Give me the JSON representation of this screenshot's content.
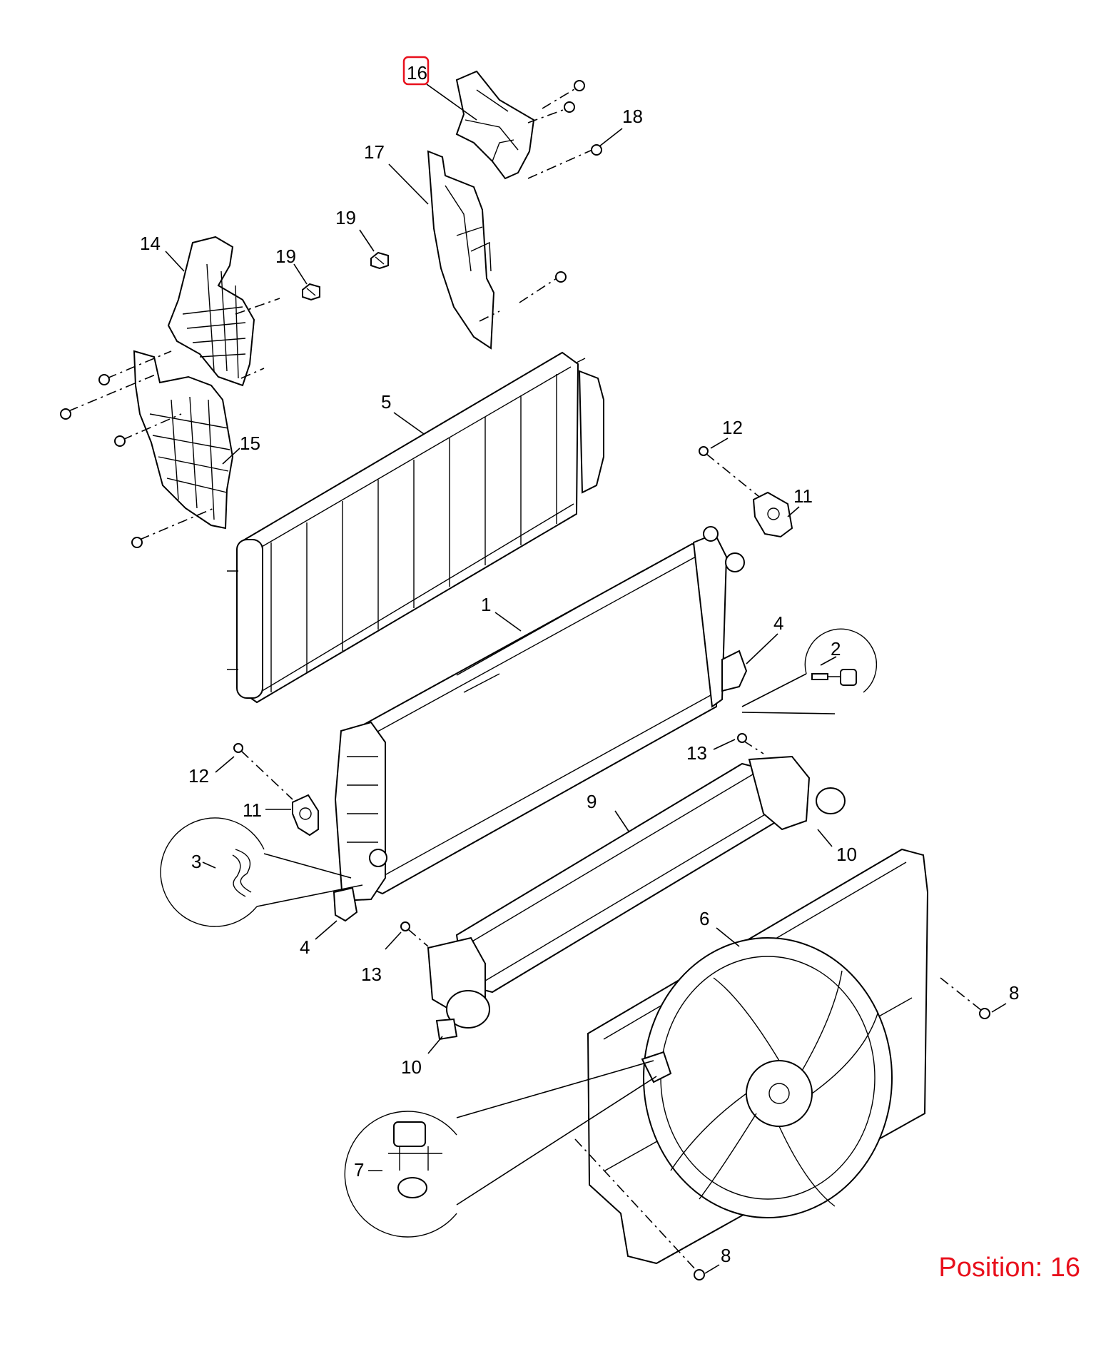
{
  "selected_callout": "16",
  "position_text": "Position: 16",
  "highlight_color": "#e8101c",
  "callouts": [
    {
      "id": "callout-16",
      "text": "16",
      "highlighted": true
    },
    {
      "id": "callout-18",
      "text": "18"
    },
    {
      "id": "callout-17",
      "text": "17"
    },
    {
      "id": "callout-19a",
      "text": "19"
    },
    {
      "id": "callout-19b",
      "text": "19"
    },
    {
      "id": "callout-14",
      "text": "14"
    },
    {
      "id": "callout-5",
      "text": "5"
    },
    {
      "id": "callout-15",
      "text": "15"
    },
    {
      "id": "callout-12a",
      "text": "12"
    },
    {
      "id": "callout-11a",
      "text": "11"
    },
    {
      "id": "callout-1",
      "text": "1"
    },
    {
      "id": "callout-4a",
      "text": "4"
    },
    {
      "id": "callout-2",
      "text": "2"
    },
    {
      "id": "callout-13a",
      "text": "13"
    },
    {
      "id": "callout-12b",
      "text": "12"
    },
    {
      "id": "callout-9",
      "text": "9"
    },
    {
      "id": "callout-11b",
      "text": "11"
    },
    {
      "id": "callout-10a",
      "text": "10"
    },
    {
      "id": "callout-3",
      "text": "3"
    },
    {
      "id": "callout-6",
      "text": "6"
    },
    {
      "id": "callout-4b",
      "text": "4"
    },
    {
      "id": "callout-13b",
      "text": "13"
    },
    {
      "id": "callout-8a",
      "text": "8"
    },
    {
      "id": "callout-10b",
      "text": "10"
    },
    {
      "id": "callout-7",
      "text": "7"
    },
    {
      "id": "callout-8b",
      "text": "8"
    }
  ]
}
